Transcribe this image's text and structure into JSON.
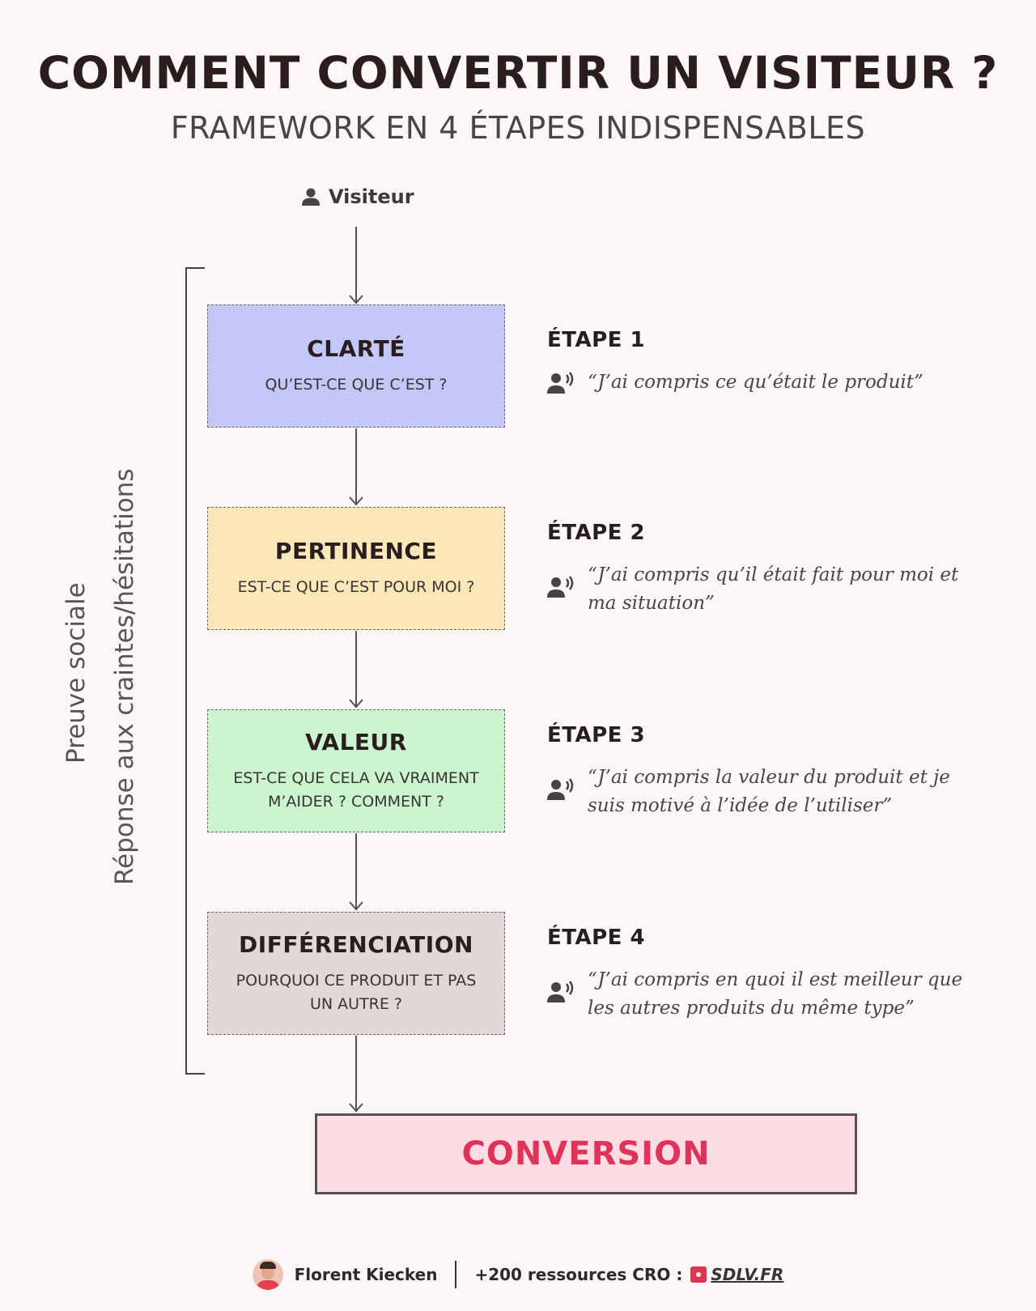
{
  "header": {
    "title": "COMMENT CONVERTIR UN VISITEUR ?",
    "subtitle": "FRAMEWORK EN 4 ÉTAPES INDISPENSABLES"
  },
  "start": {
    "label": "Visiteur",
    "icon": "user-icon"
  },
  "side_labels": {
    "outer": "Preuve sociale",
    "inner": "Réponse aux craintes/hésitations"
  },
  "steps": [
    {
      "name": "CLARTÉ",
      "question": "QU’EST-CE QUE C’EST ?",
      "step_label": "ÉTAPE 1",
      "quote": "“J’ai compris ce qu’était le produit”",
      "color": "#c4c8f8"
    },
    {
      "name": "PERTINENCE",
      "question": "EST-CE QUE C’EST POUR MOI ?",
      "step_label": "ÉTAPE 2",
      "quote": "“J’ai compris qu’il était fait pour moi et ma situation”",
      "color": "#fbe7b8"
    },
    {
      "name": "VALEUR",
      "question": "EST-CE QUE CELA VA VRAIMENT M’AIDER ? COMMENT ?",
      "step_label": "ÉTAPE 3",
      "quote": "“J’ai compris la valeur du produit et je suis motivé à l’idée de l’utiliser”",
      "color": "#caf5cf"
    },
    {
      "name": "DIFFÉRENCIATION",
      "question": "POURQUOI CE PRODUIT ET PAS UN AUTRE ?",
      "step_label": "ÉTAPE 4",
      "quote": "“J’ai compris en quoi il est meilleur que les autres produits du même type”",
      "color": "#e4d7d7"
    }
  ],
  "result": {
    "label": "CONVERSION",
    "color": "#e0335a"
  },
  "footer": {
    "author": "Florent Kiecken",
    "resources": "+200 ressources CRO :",
    "site": "SDLV.FR"
  }
}
